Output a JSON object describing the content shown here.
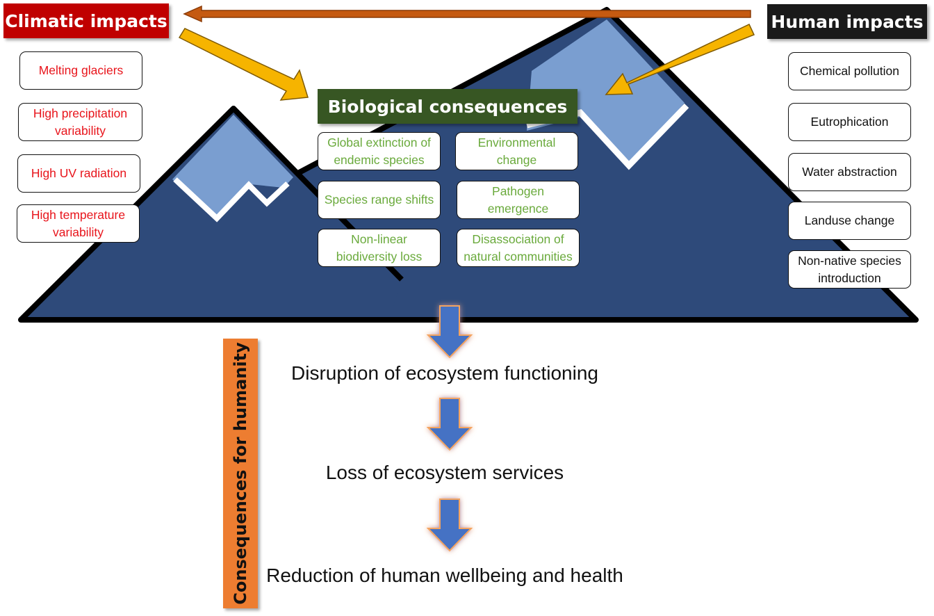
{
  "climatic": {
    "title": "Climatic impacts",
    "color": "#c00000",
    "items": [
      "Melting glaciers",
      "High precipitation variability",
      "High UV radiation",
      "High temperature variability"
    ]
  },
  "human": {
    "title": "Human impacts",
    "color": "#1a1a1a",
    "items": [
      "Chemical pollution",
      "Eutrophication",
      "Water abstraction",
      "Landuse change",
      "Non-native species introduction"
    ]
  },
  "biological": {
    "title": "Biological consequences",
    "color": "#375623",
    "items": [
      "Global extinction of endemic species",
      "Environmental change",
      "Species range shifts",
      "Pathogen emergence",
      "Non-linear biodiversity loss",
      "Disassociation of natural communities"
    ]
  },
  "humanity": {
    "title": "Consequences for humanity",
    "color": "#ed7d31",
    "steps": [
      "Disruption of ecosystem functioning",
      "Loss of ecosystem services",
      "Reduction of human wellbeing and health"
    ]
  },
  "colors": {
    "mountain": "#2e4a7a",
    "snow": "#7a9ed0",
    "arrow_yellow": "#f6b400",
    "arrow_down": "#4472c4"
  }
}
